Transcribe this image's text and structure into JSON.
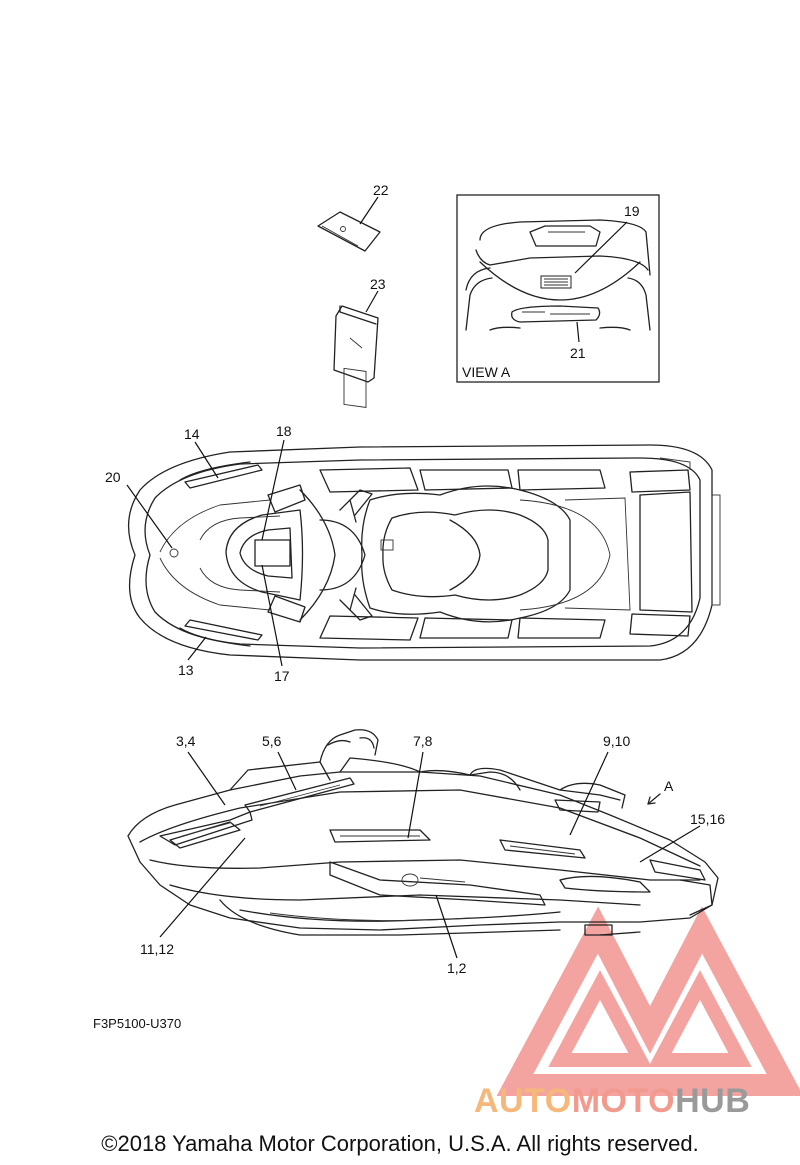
{
  "callouts": {
    "c22": "22",
    "c23": "23",
    "c19": "19",
    "c21": "21",
    "c14": "14",
    "c18": "18",
    "c20": "20",
    "c13": "13",
    "c17": "17",
    "c3_4": "3,4",
    "c5_6": "5,6",
    "c7_8": "7,8",
    "c9_10": "9,10",
    "cA": "A",
    "c15_16": "15,16",
    "c11_12": "11,12",
    "c1_2": "1,2"
  },
  "view_label": "VIEW A",
  "drawing_code": "F3P5100-U370",
  "copyright": "©2018 Yamaha Motor Corporation, U.S.A. All rights reserved.",
  "watermark": {
    "auto": "AUTO",
    "moto": "MOTO",
    "hub": "HUB"
  },
  "colors": {
    "line": "#222222",
    "watermark_red": "#ea5a55",
    "watermark_orange": "#f5b87a",
    "watermark_gray": "#9a9a9a"
  }
}
